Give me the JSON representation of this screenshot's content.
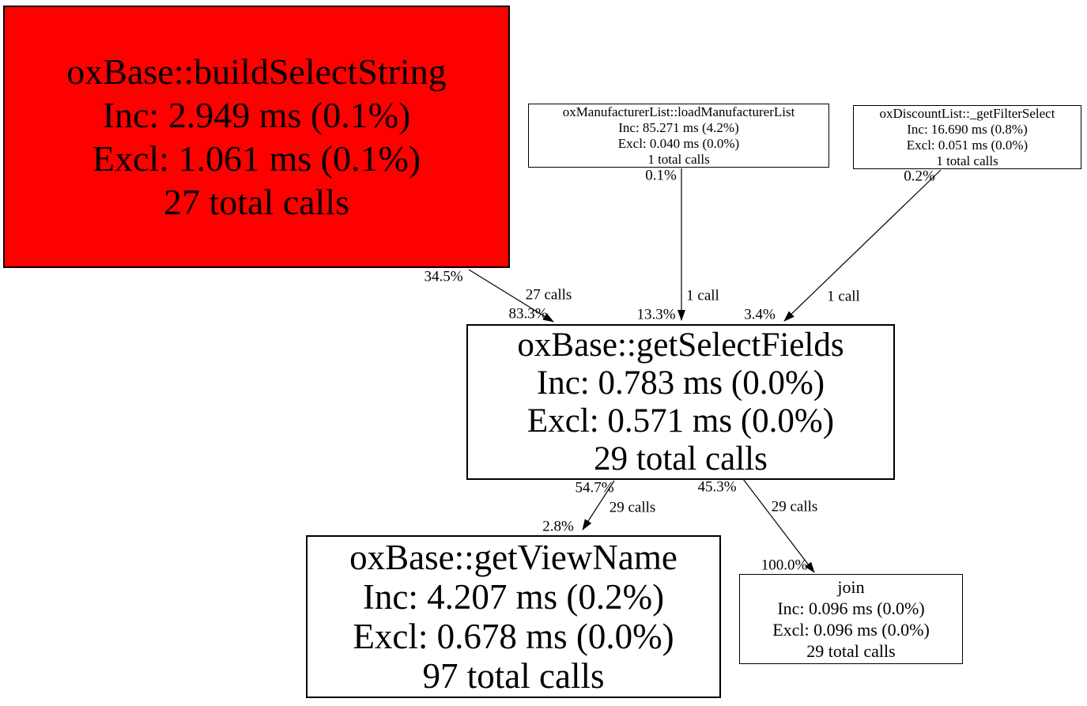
{
  "graph": {
    "title": "Profiler call graph",
    "colors": {
      "hot_node_fill": "#ff0000",
      "node_fill": "#ffffff",
      "edge_color": "#000000",
      "text_color": "#000000",
      "background": "#ffffff"
    },
    "nodes": {
      "build_select_string": {
        "name": "oxBase::buildSelectString",
        "inc": "Inc: 2.949 ms (0.1%)",
        "excl": "Excl: 1.061 ms (0.1%)",
        "calls": "27 total calls",
        "fill": "#ff0000"
      },
      "load_manufacturer_list": {
        "name": "oxManufacturerList::loadManufacturerList",
        "inc": "Inc: 85.271 ms (4.2%)",
        "excl": "Excl: 0.040 ms (0.0%)",
        "calls": "1 total calls",
        "fill": "#ffffff"
      },
      "get_filter_select": {
        "name": "oxDiscountList::_getFilterSelect",
        "inc": "Inc: 16.690 ms (0.8%)",
        "excl": "Excl: 0.051 ms (0.0%)",
        "calls": "1 total calls",
        "fill": "#ffffff"
      },
      "get_select_fields": {
        "name": "oxBase::getSelectFields",
        "inc": "Inc: 0.783 ms (0.0%)",
        "excl": "Excl: 0.571 ms (0.0%)",
        "calls": "29 total calls",
        "fill": "#ffffff"
      },
      "get_view_name": {
        "name": "oxBase::getViewName",
        "inc": "Inc: 4.207 ms (0.2%)",
        "excl": "Excl: 0.678 ms (0.0%)",
        "calls": "97 total calls",
        "fill": "#ffffff"
      },
      "join": {
        "name": "join",
        "inc": "Inc: 0.096 ms (0.0%)",
        "excl": "Excl: 0.096 ms (0.0%)",
        "calls": "29 total calls",
        "fill": "#ffffff"
      }
    },
    "edges": {
      "build_to_select_fields": {
        "from": "oxBase::buildSelectString",
        "to": "oxBase::getSelectFields",
        "source_pct": "34.5%",
        "calls": "27 calls",
        "target_pct": "83.3%"
      },
      "manufacturer_to_select_fields": {
        "from": "oxManufacturerList::loadManufacturerList",
        "to": "oxBase::getSelectFields",
        "source_pct": "0.1%",
        "calls": "1 call",
        "target_pct": "13.3%"
      },
      "discount_to_select_fields": {
        "from": "oxDiscountList::_getFilterSelect",
        "to": "oxBase::getSelectFields",
        "source_pct": "0.2%",
        "calls": "1 call",
        "target_pct": "3.4%"
      },
      "select_fields_to_view_name": {
        "from": "oxBase::getSelectFields",
        "to": "oxBase::getViewName",
        "source_pct": "54.7%",
        "calls": "29 calls",
        "target_pct": "2.8%"
      },
      "select_fields_to_join": {
        "from": "oxBase::getSelectFields",
        "to": "join",
        "source_pct": "45.3%",
        "calls": "29 calls",
        "target_pct": "100.0%"
      }
    }
  }
}
